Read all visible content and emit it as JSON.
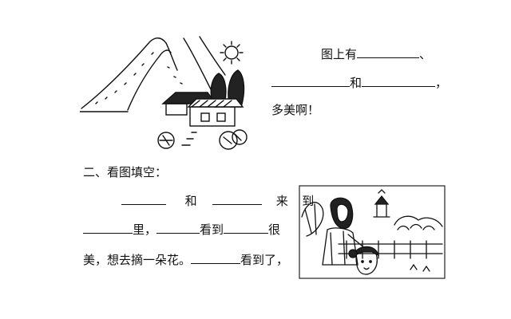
{
  "section1": {
    "line1_prefix": "图上有",
    "line1_suffix": "、",
    "line2_mid": "和",
    "line2_suffix": "，",
    "line3": "多美啊！"
  },
  "section2": {
    "heading": "二、看图填空：",
    "row1_and": "和",
    "row1_come": "来",
    "row1_to": "到",
    "row2_li": "里，",
    "row2_see": "看到",
    "row2_very": "很",
    "row3_start": "美，想去摘一朵花。",
    "row3_saw": "看到了，"
  },
  "icons": {
    "landscape": "mountain-house-sun-illustration",
    "scene": "woman-and-girl-park-illustration"
  }
}
